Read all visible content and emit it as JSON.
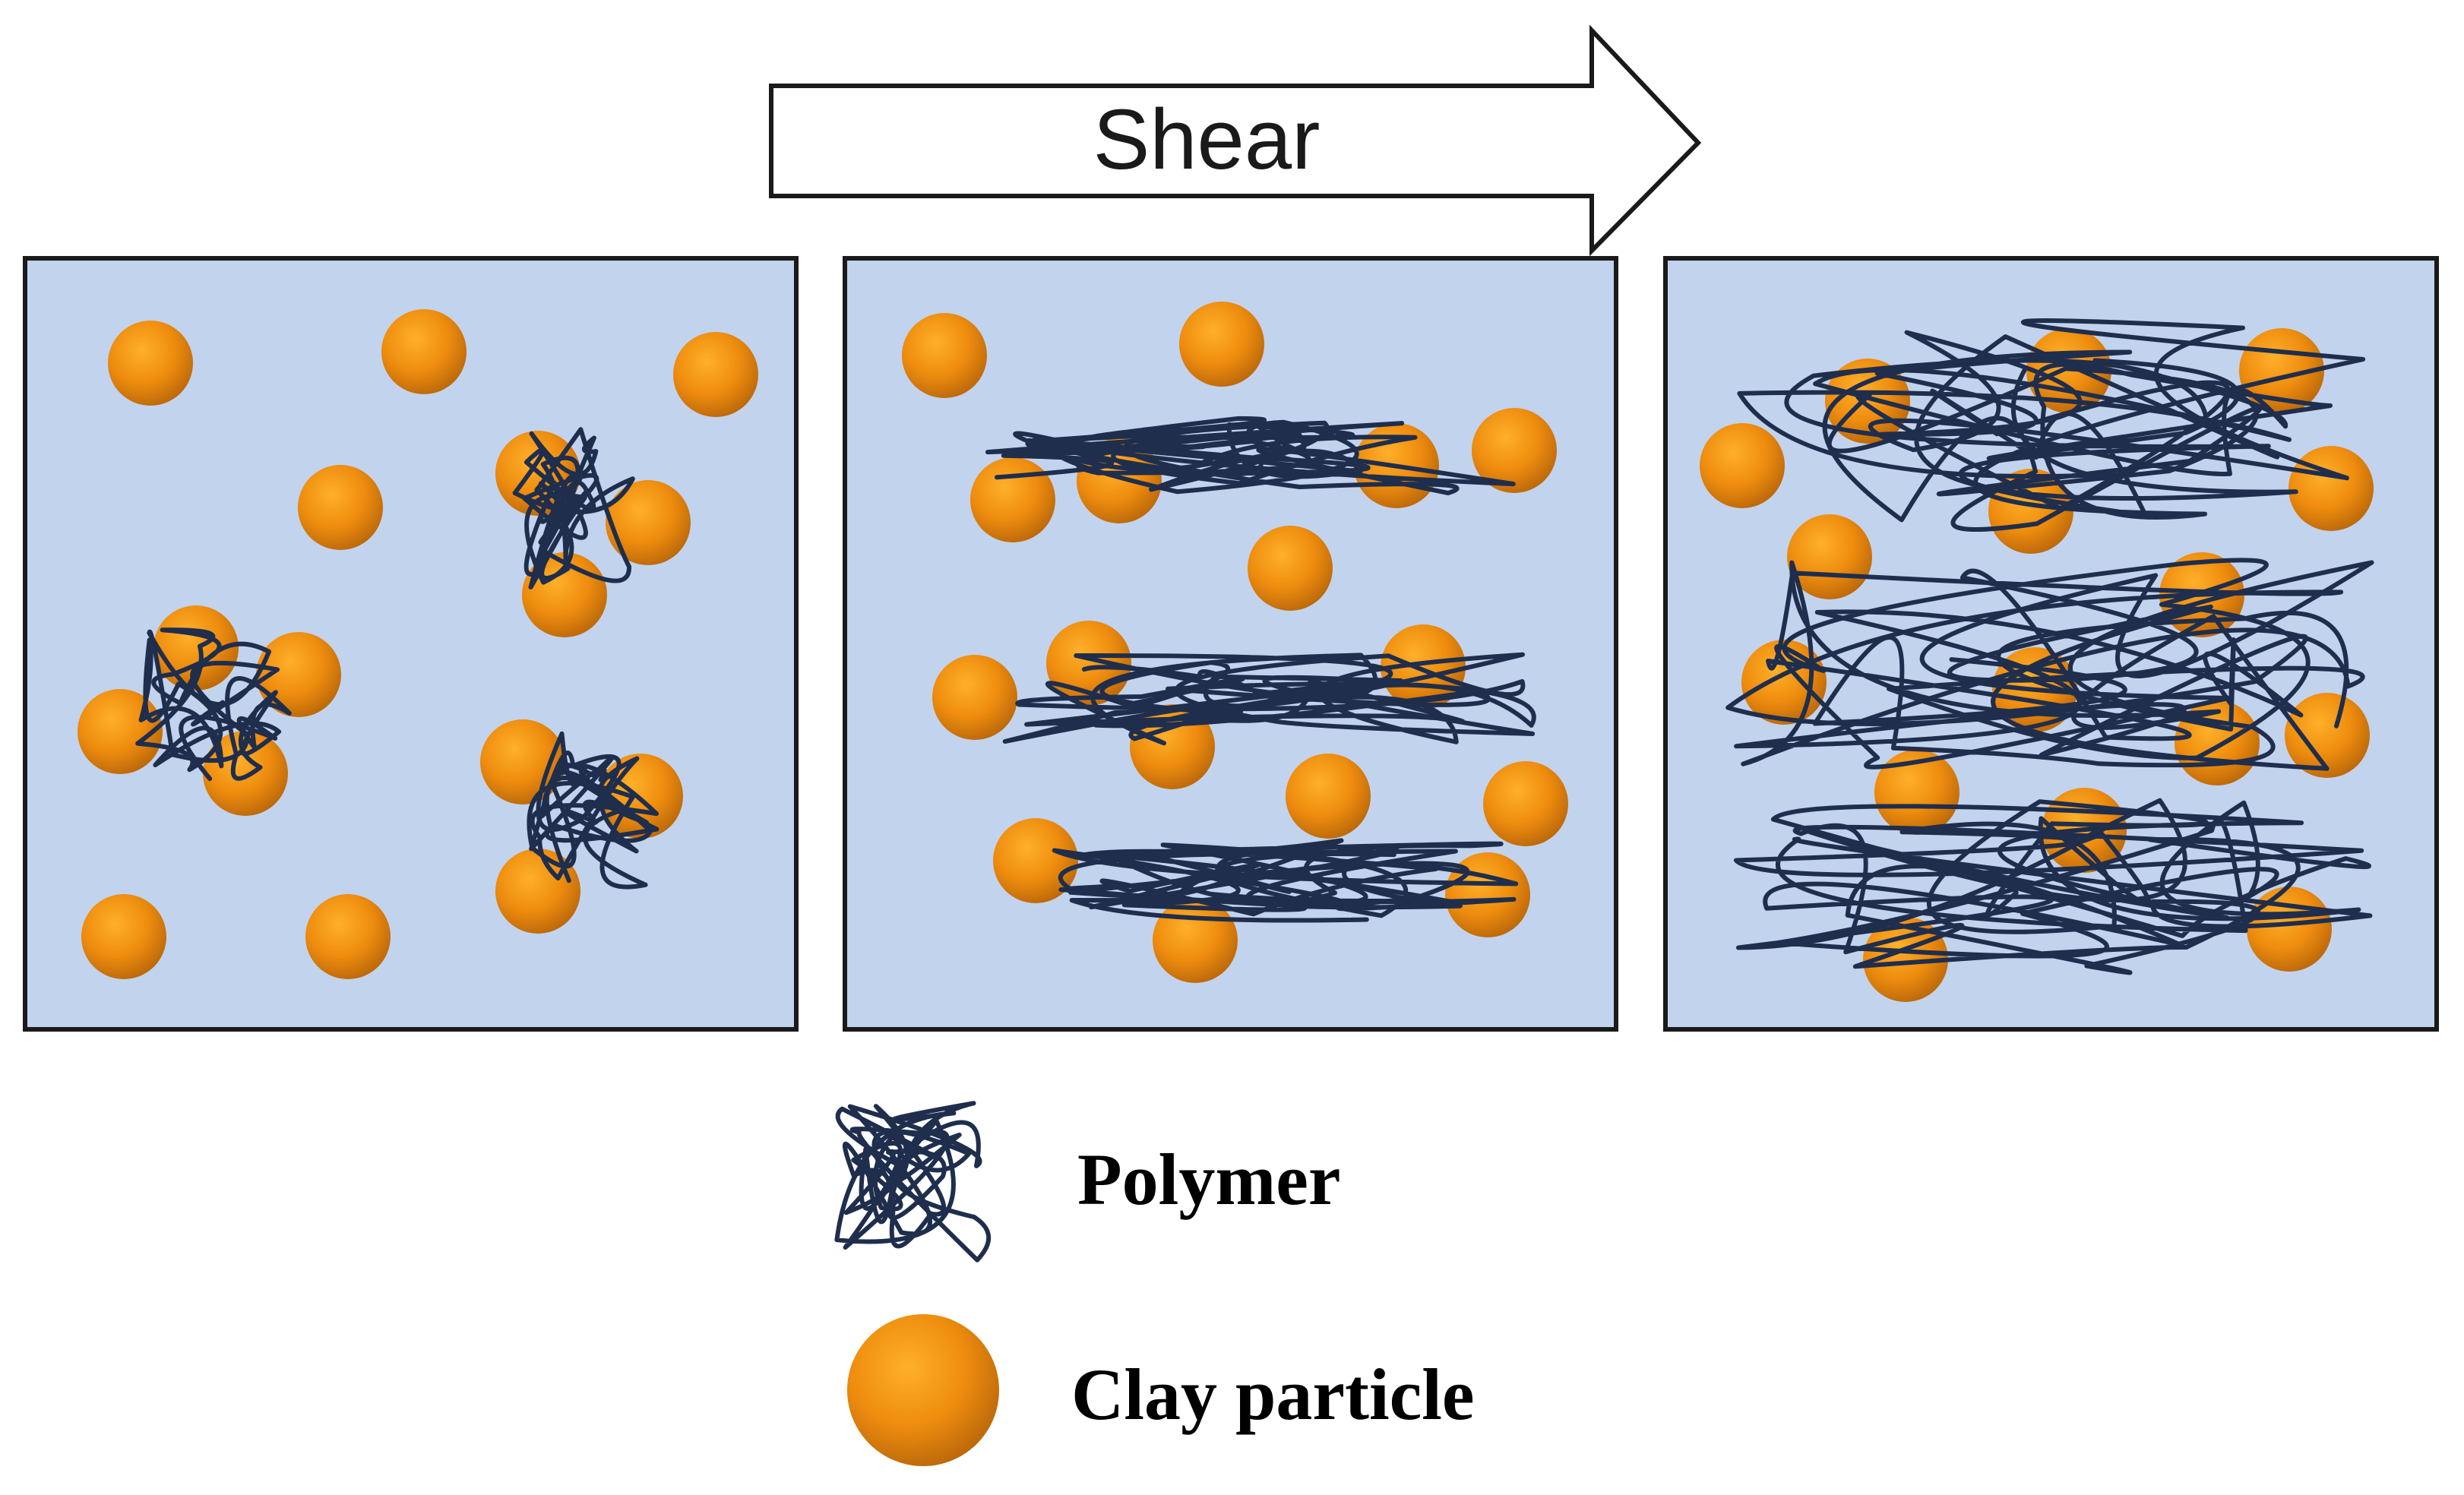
{
  "arrow": {
    "label": "Shear"
  },
  "legend": {
    "polymer_label": "Polymer",
    "clay_label": "Clay particle"
  },
  "colors": {
    "panel_fill": "#c2d3ee",
    "polymer": "#1f2e4d",
    "clay": "#ee8c0e"
  },
  "icons": {
    "polymer": "tangled-coil-icon",
    "clay": "orange-sphere-icon"
  }
}
